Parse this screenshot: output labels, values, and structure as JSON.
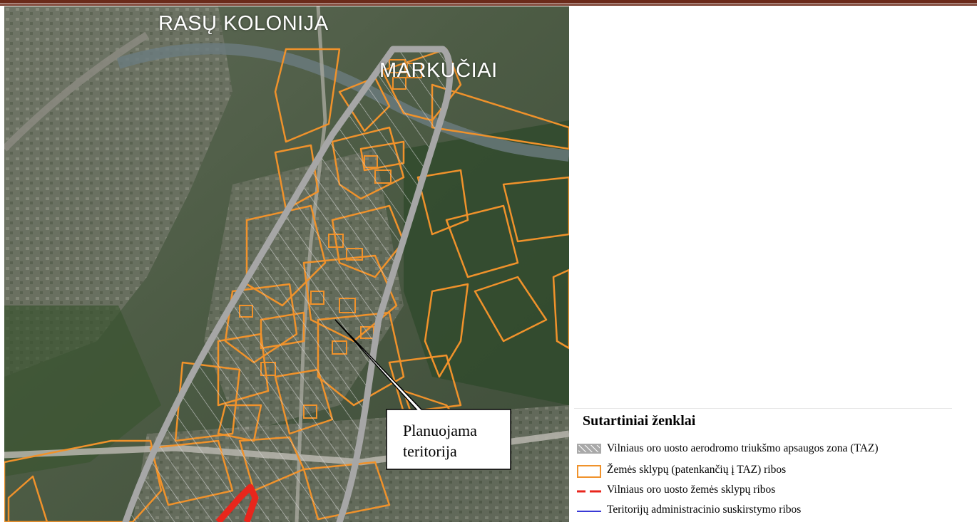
{
  "map": {
    "places": [
      {
        "id": "rasu-kolonija",
        "label": "RASŲ KOLONIJA"
      },
      {
        "id": "markuciai",
        "label": "MARKUČIAI"
      }
    ],
    "callout": {
      "line1": "Planuojama",
      "line2": "teritorija"
    }
  },
  "legend": {
    "title": "Sutartiniai ženklai",
    "items": [
      {
        "id": "taz",
        "label": "Vilniaus oro uosto aerodromo triukšmo apsaugos zona (TAZ)",
        "symbol": "hatched-box",
        "color": "#9e9e9e"
      },
      {
        "id": "plots",
        "label": "Žemės sklypų (patenkančių į TAZ) ribos",
        "symbol": "outline-box",
        "color": "#f0922b"
      },
      {
        "id": "airport",
        "label": "Vilniaus oro uosto žemės sklypų ribos",
        "symbol": "dashed-line",
        "color": "#e8261c"
      },
      {
        "id": "admin",
        "label": "Teritorijų administracinio suskirstymo ribos",
        "symbol": "solid-line",
        "color": "#3a3ad6"
      }
    ]
  }
}
